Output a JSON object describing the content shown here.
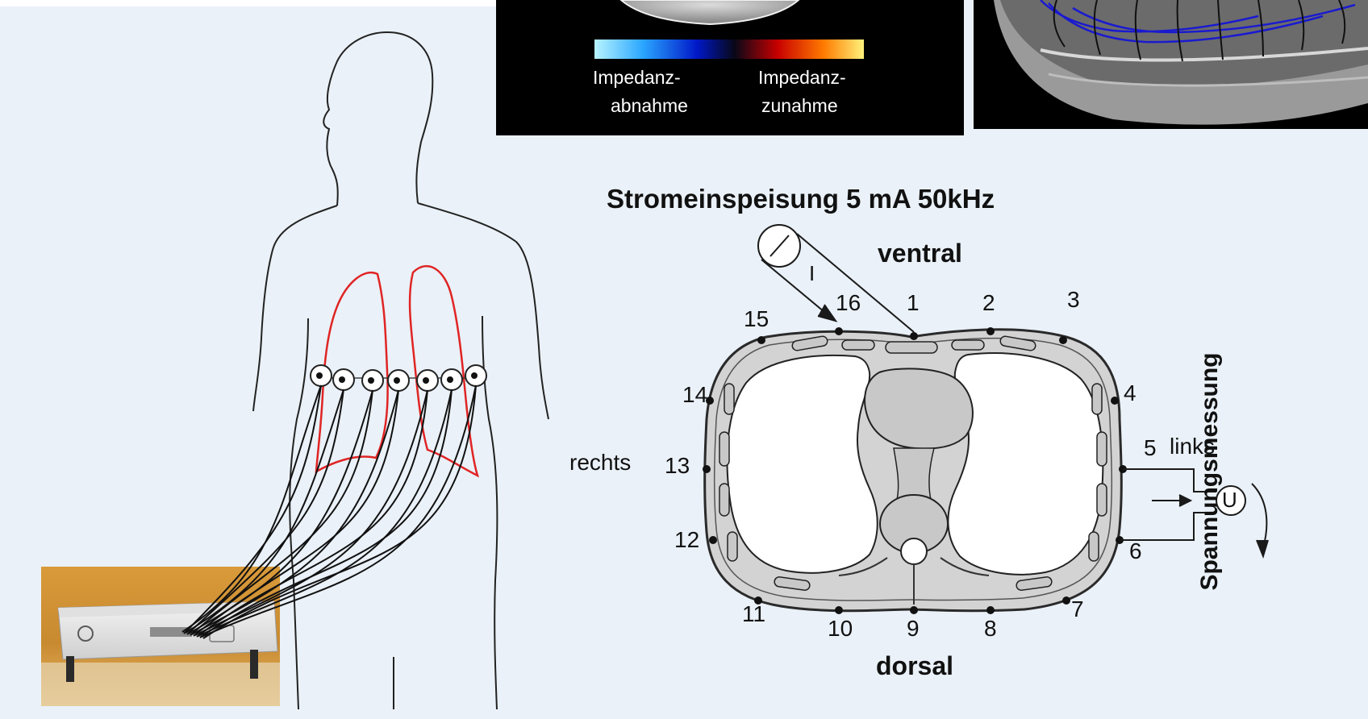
{
  "colorbar": {
    "label_left_line1": "Impedanz-",
    "label_left_line2": "abnahme",
    "label_right_line1": "Impedanz-",
    "label_right_line2": "zunahme",
    "gradient_colors": [
      "#b8f4ff",
      "#2aa6ff",
      "#0018c8",
      "#080818",
      "#c80000",
      "#ff7a00",
      "#fff27a"
    ]
  },
  "diagram": {
    "title": "Stromeinspeisung 5 mA 50kHz",
    "label_ventral": "ventral",
    "label_dorsal": "dorsal",
    "label_rechts": "rechts",
    "label_links": "links",
    "label_spannung": "Spannungsmessung",
    "current_symbol": "I",
    "voltage_symbol": "U",
    "electrodes": [
      "1",
      "2",
      "3",
      "4",
      "5",
      "6",
      "7",
      "8",
      "9",
      "10",
      "11",
      "12",
      "13",
      "14",
      "15",
      "16"
    ]
  },
  "colors": {
    "page_background": "#eaf1f8",
    "lung_outline": "#e02424",
    "panel_background": "#000000",
    "tissue_gray": "#d3d3d3",
    "field_line_blue": "#1a1ad0"
  }
}
